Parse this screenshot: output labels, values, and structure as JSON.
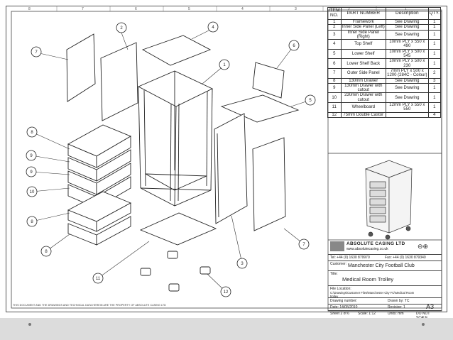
{
  "bom": {
    "headers": [
      "ITEM NO.",
      "PART NUMBER",
      "Description",
      "QTY."
    ],
    "rows": [
      {
        "item": "1",
        "part": "Framework",
        "desc": "See Drawing",
        "qty": "1"
      },
      {
        "item": "2",
        "part": "Inner Side Panel (Left)",
        "desc": "See Drawing",
        "qty": "1"
      },
      {
        "item": "3",
        "part": "Inner Side Panel (Right)",
        "desc": "See Drawing",
        "qty": "1"
      },
      {
        "item": "4",
        "part": "Top Shelf",
        "desc": "10mm PLY x 550 x 490",
        "qty": "1"
      },
      {
        "item": "5",
        "part": "Lower Shelf",
        "desc": "10mm PLY x 500 x 545",
        "qty": "1"
      },
      {
        "item": "6",
        "part": "Lower Shelf Back",
        "desc": "10mm PLY x 500 x 230",
        "qty": "1"
      },
      {
        "item": "7",
        "part": "Outer Side Panel",
        "desc": "7mm PLY x 500 x 1200 (284C - Colour)",
        "qty": "2"
      },
      {
        "item": "8",
        "part": "130mm Drawer",
        "desc": "See Drawing",
        "qty": "3"
      },
      {
        "item": "9",
        "part": "130mm Drawer with cutout",
        "desc": "See Drawing",
        "qty": "1"
      },
      {
        "item": "10",
        "part": "230mm Drawer with cutout",
        "desc": "See Drawing",
        "qty": "1"
      },
      {
        "item": "11",
        "part": "Wheelboard",
        "desc": "12mm PLY x 550 x 550",
        "qty": "1"
      },
      {
        "item": "12",
        "part": "75mm Double Castor",
        "desc": "",
        "qty": "4"
      }
    ]
  },
  "title_block": {
    "company": "ABSOLUTE CASING LTD",
    "website": "www.absolutecasing.co.uk",
    "tel": "Tel: +44 (0) 1630 879970",
    "fax": "Fax: +44 (0) 1630 879340",
    "customer_label": "Customer:",
    "customer": "Manchester City Football Club",
    "title_label": "Title:",
    "title": "Medical Room Trolley",
    "file_location_label": "File Location:",
    "file_location": "C:\\Drawings\\Customer Files\\Manchester City FC\\Medical Room trolley",
    "drawing_number_label": "Drawing number:",
    "date": "Date: 14/05/2010",
    "drawn_by": "Drawn by: TC",
    "revision": "Revision: 1",
    "sheet": "Sheet 2 of 6",
    "scale": "Scale: 1:12",
    "units": "Units: mm",
    "size": "A3",
    "do_not_scale": "DO NOT SCALE"
  },
  "footer_note": "THIS DOCUMENT AND THE DRAWINGS AND TECHNICAL DATA HEREIN ARE THE PROPERTY OF ABSOLUTE CASING LTD",
  "callouts": [
    "1",
    "2",
    "3",
    "4",
    "5",
    "6",
    "7",
    "7",
    "8",
    "8",
    "9",
    "9",
    "10",
    "11",
    "12"
  ],
  "ruler_top": [
    "8",
    "7",
    "6",
    "5",
    "4",
    "3",
    "2",
    "1"
  ]
}
